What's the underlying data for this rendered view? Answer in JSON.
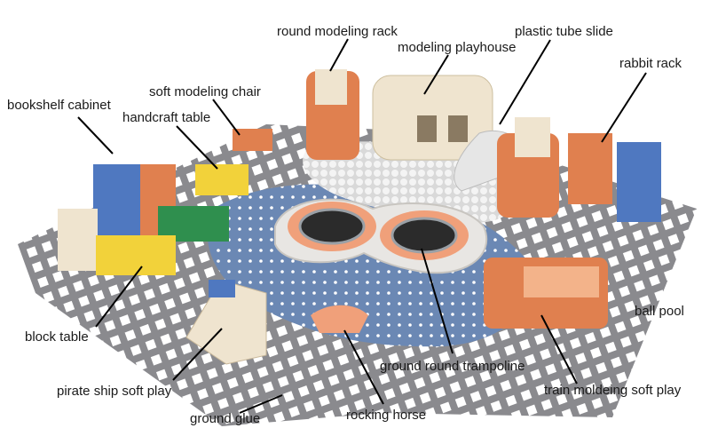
{
  "labels": {
    "round_modeling_rack": "round modeling rack",
    "modeling_playhouse": "modeling playhouse",
    "plastic_tube_slide": "plastic tube slide",
    "rabbit_rack": "rabbit rack",
    "bookshelf_cabinet": "bookshelf cabinet",
    "soft_modeling_chair": "soft modeling chair",
    "handcraft_table": "handcraft table",
    "ball_pool": "ball pool",
    "block_table": "block table",
    "ground_round_trampoline": "ground round trampoline",
    "train_moldeing_soft_play": "train moldeing soft play",
    "pirate_ship_soft_play": "pirate ship soft play",
    "ground_glue": "ground glue",
    "rocking_horse": "rocking horse"
  },
  "colors": {
    "floor_tile": "#8a8a8e",
    "floor_hole": "#ffffff",
    "blue_mat": "#6b88b4",
    "orange": "#e0804f",
    "cream": "#efe4cf",
    "blue_furniture": "#4f78c0",
    "yellow": "#f2d23a",
    "green": "#2f8f4e"
  }
}
